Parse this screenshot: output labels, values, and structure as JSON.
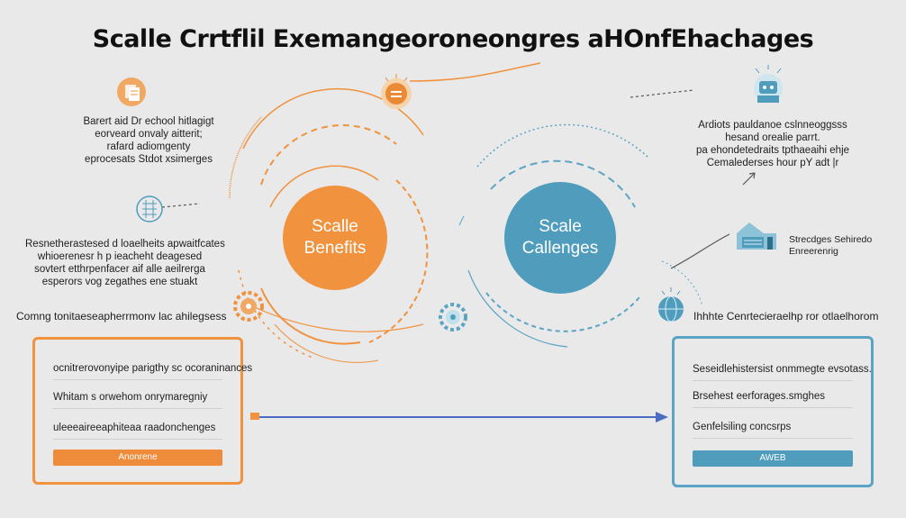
{
  "title": "Scalle Crrtflil Exemangeoroneongres aHOnfEhachages",
  "colors": {
    "orange": "#f0923e",
    "blue": "#4f9cbd",
    "arrow": "#4b6cc2",
    "background": "#e9e9e9"
  },
  "benefits_circle": {
    "line1": "Scalle",
    "line2": "Benefits"
  },
  "challenges_circle": {
    "line1": "Scale",
    "line2": "Callenges"
  },
  "left_top_text": [
    "Barert aid Dr echool hitlagigt",
    "eorveard onvaly aitterit;",
    "rafard adiomgenty",
    "eprocesats Stdot xsimerges"
  ],
  "left_mid_text": [
    "Resnetherastesed d loaelheits apwaitfcates",
    "whioerenesr h p ieacheht deagesed",
    "sovtert etthrpenfacer aif alle aeilrerga",
    "esperors vog zegathes ene stuakt"
  ],
  "right_top_text": [
    "Ardiots pauldanoe cslnneoggsss",
    "hesand orealie parrt.",
    "pa ehondetedraits tpthaeaihi ehje",
    "Cemalederses hour pY adt |r"
  ],
  "right_mid_text": [
    "Strecdges Sehiredo",
    "Enreerenrig"
  ],
  "left_panel": {
    "heading": "Comng tonitaeseapherrmonv lac ahilegsess",
    "rows": [
      "ocnitrerovonyipe parigthy sc ocoraninances",
      "Whitam s orwehom onrymaregniy",
      "uleeeaireeaphiteaa raadonchenges"
    ],
    "button": "Anonrene"
  },
  "right_panel": {
    "heading": "Ihhhte Cenrtecieraelhp ror otlaelhorom",
    "rows": [
      "Seseidlehistersist onmmegte evsotass.",
      "Brsehest eerforages.smghes",
      "Genfelsiling concsrps"
    ],
    "button": "AWEB"
  },
  "icons": [
    "document-stack-icon",
    "lightbulb-gear-icon",
    "network-gear-icon",
    "settings-gear-icon",
    "settings-gear-icon",
    "globe-gear-icon",
    "robot-head-icon",
    "building-factory-icon"
  ]
}
